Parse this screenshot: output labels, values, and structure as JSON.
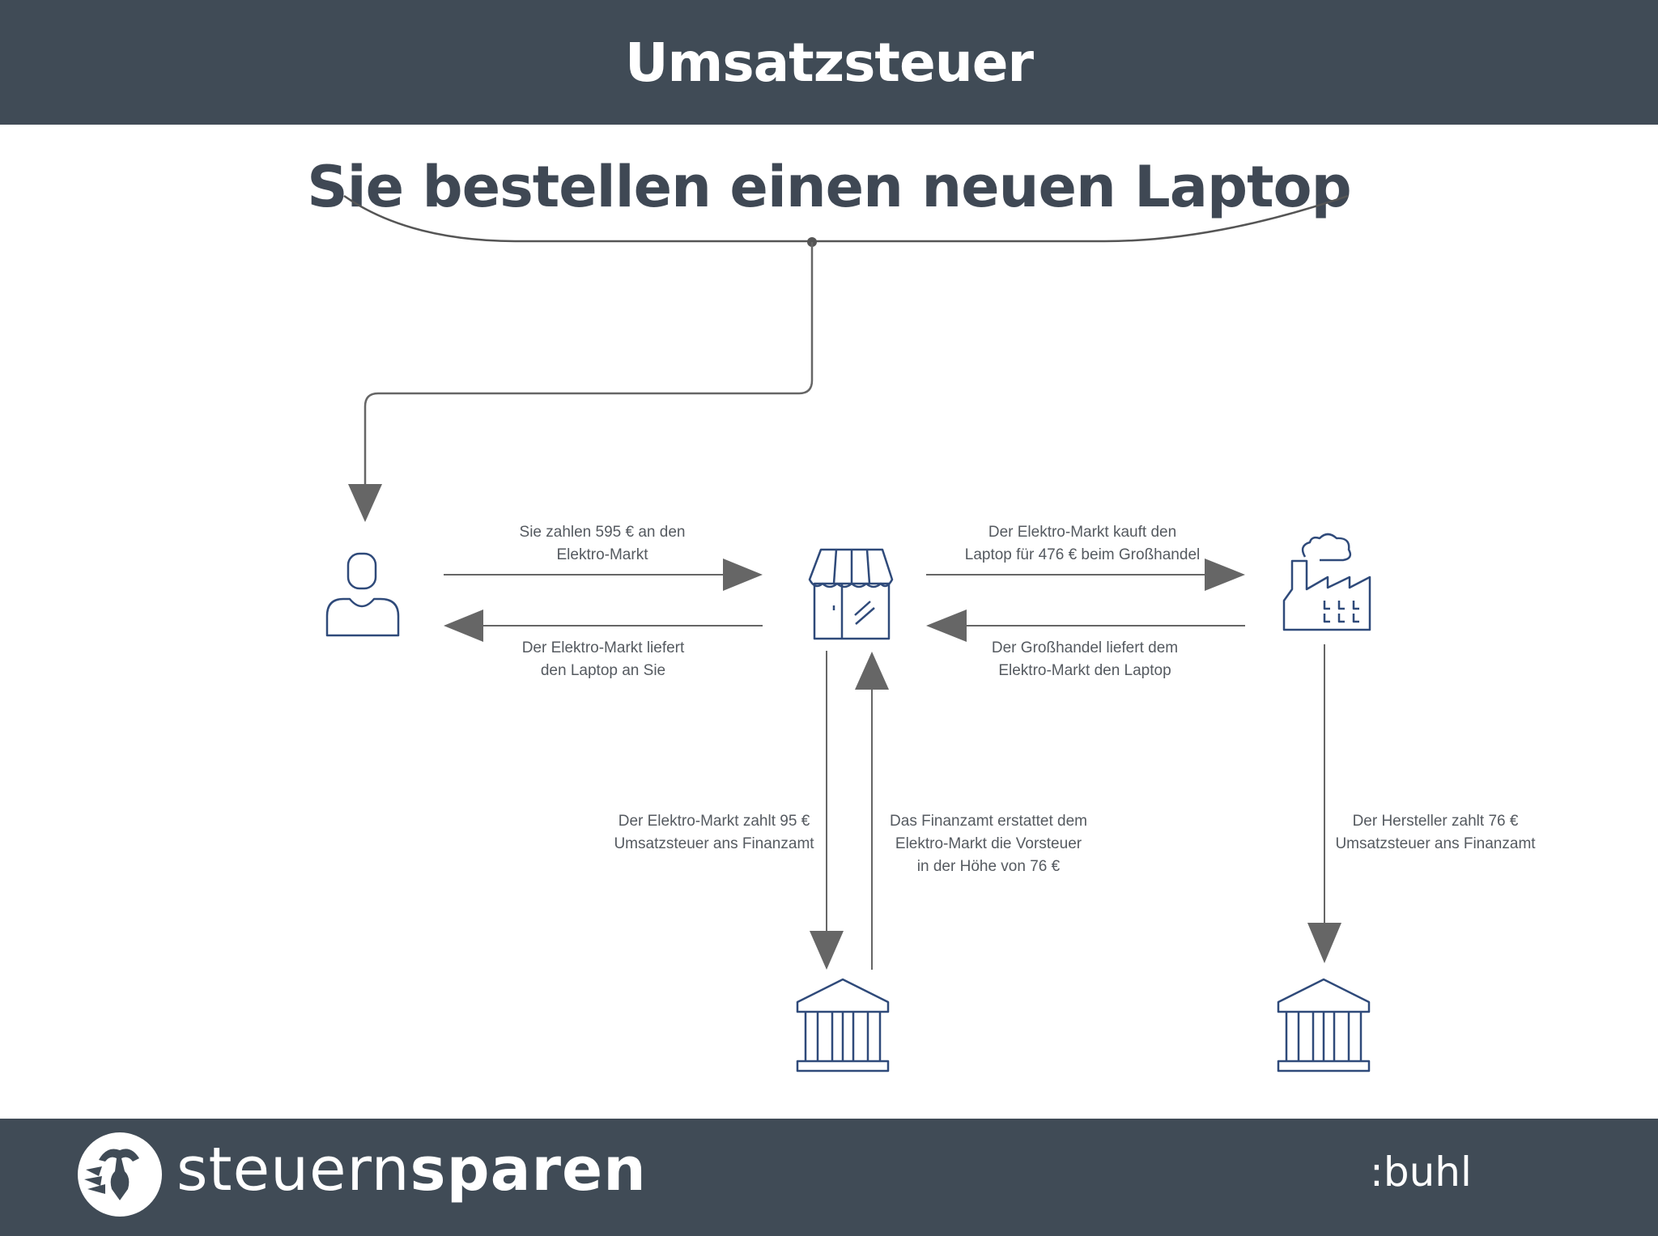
{
  "header": {
    "title": "Umsatzsteuer"
  },
  "subtitle": "Sie bestellen einen neuen Laptop",
  "labels": {
    "customer_pays": [
      "Sie zahlen 595 € an den",
      "Elektro-Markt"
    ],
    "store_delivers": [
      "Der Elektro-Markt liefert",
      "den Laptop an Sie"
    ],
    "store_buys": [
      "Der Elektro-Markt kauft den",
      "Laptop für 476 € beim Großhandel"
    ],
    "wholesale_delivers": [
      "Der Großhandel liefert dem",
      "Elektro-Markt den Laptop"
    ],
    "store_pays_tax": [
      "Der Elektro-Markt zahlt 95 €",
      "Umsatzsteuer ans Finanzamt"
    ],
    "refund": [
      "Das Finanzamt erstattet dem",
      "Elektro-Markt die Vorsteuer",
      "in der Höhe von 76 €"
    ],
    "manufacturer_pays_tax": [
      "Der Hersteller zahlt 76 €",
      "Umsatzsteuer ans Finanzamt"
    ]
  },
  "footer": {
    "brand_light": "steuern",
    "brand_bold": "sparen",
    "partner": ":buhl"
  },
  "colors": {
    "bar": "#404b56",
    "arrow": "#666666",
    "icon": "#2f4a7a",
    "text": "#555a60"
  },
  "icons": {
    "customer": "person-icon",
    "store": "shop-icon",
    "factory": "factory-icon",
    "tax_office_1": "bank-building-icon",
    "tax_office_2": "bank-building-icon"
  }
}
